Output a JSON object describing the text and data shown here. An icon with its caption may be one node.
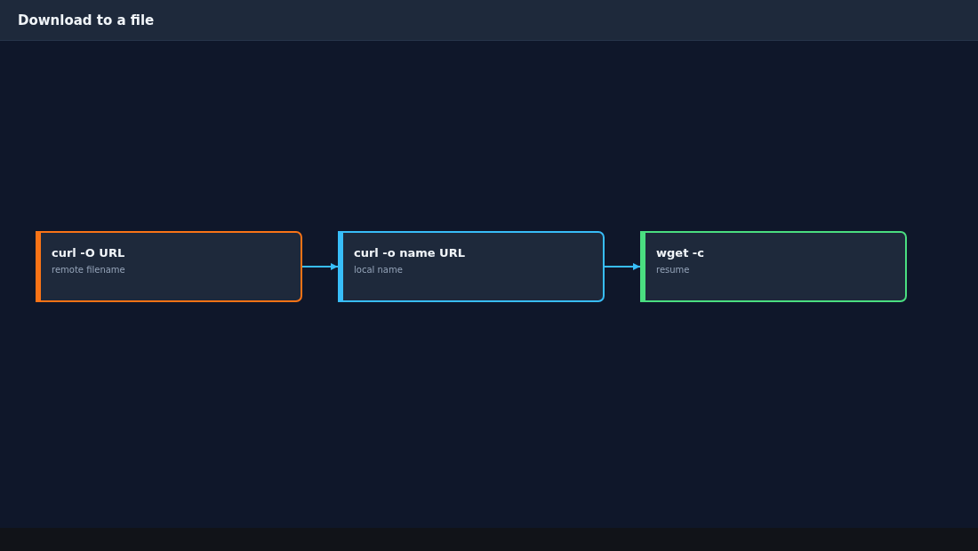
{
  "diagram": {
    "title": "Download to a file",
    "nodes": [
      {
        "text": [
          "curl -O URL",
          "remote filename"
        ]
      },
      {
        "text": [
          "curl -o name URL",
          "local name"
        ]
      },
      {
        "text": [
          "wget -c",
          "resume"
        ]
      }
    ],
    "edges": [
      {
        "from": 0,
        "to": 1,
        "arrow": "to"
      },
      {
        "from": 1,
        "to": 2,
        "arrow": "to"
      }
    ]
  }
}
